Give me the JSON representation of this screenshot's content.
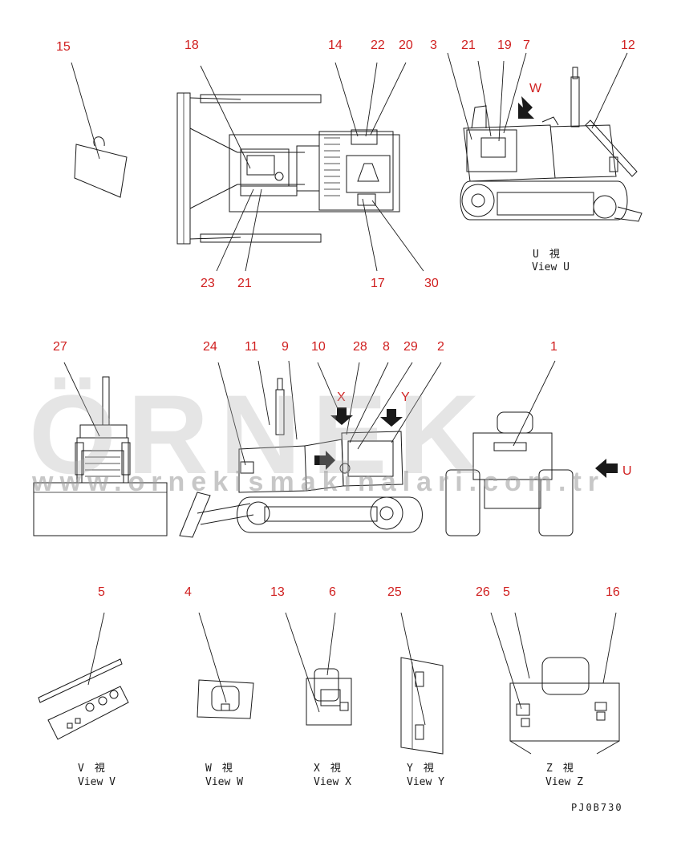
{
  "watermark": {
    "main": "ÖRNEK",
    "url": "www.ornekismakinalari.com.tr"
  },
  "drawing_code": "PJ0B730",
  "view_arrows": {
    "W": "W",
    "X": "X",
    "Y": "Y",
    "U": "U"
  },
  "captions": [
    {
      "jp": "U　視",
      "en": "View U"
    },
    {
      "jp": "V　視",
      "en": "View V"
    },
    {
      "jp": "W　視",
      "en": "View W"
    },
    {
      "jp": "X　視",
      "en": "View X"
    },
    {
      "jp": "Y　視",
      "en": "View Y"
    },
    {
      "jp": "Z　視",
      "en": "View Z"
    }
  ],
  "callouts": [
    "15",
    "18",
    "14",
    "22",
    "20",
    "3",
    "21",
    "19",
    "7",
    "12",
    "23",
    "21",
    "17",
    "30",
    "27",
    "24",
    "11",
    "9",
    "10",
    "28",
    "8",
    "29",
    "2",
    "1",
    "5",
    "4",
    "13",
    "6",
    "25",
    "26",
    "5",
    "16"
  ]
}
